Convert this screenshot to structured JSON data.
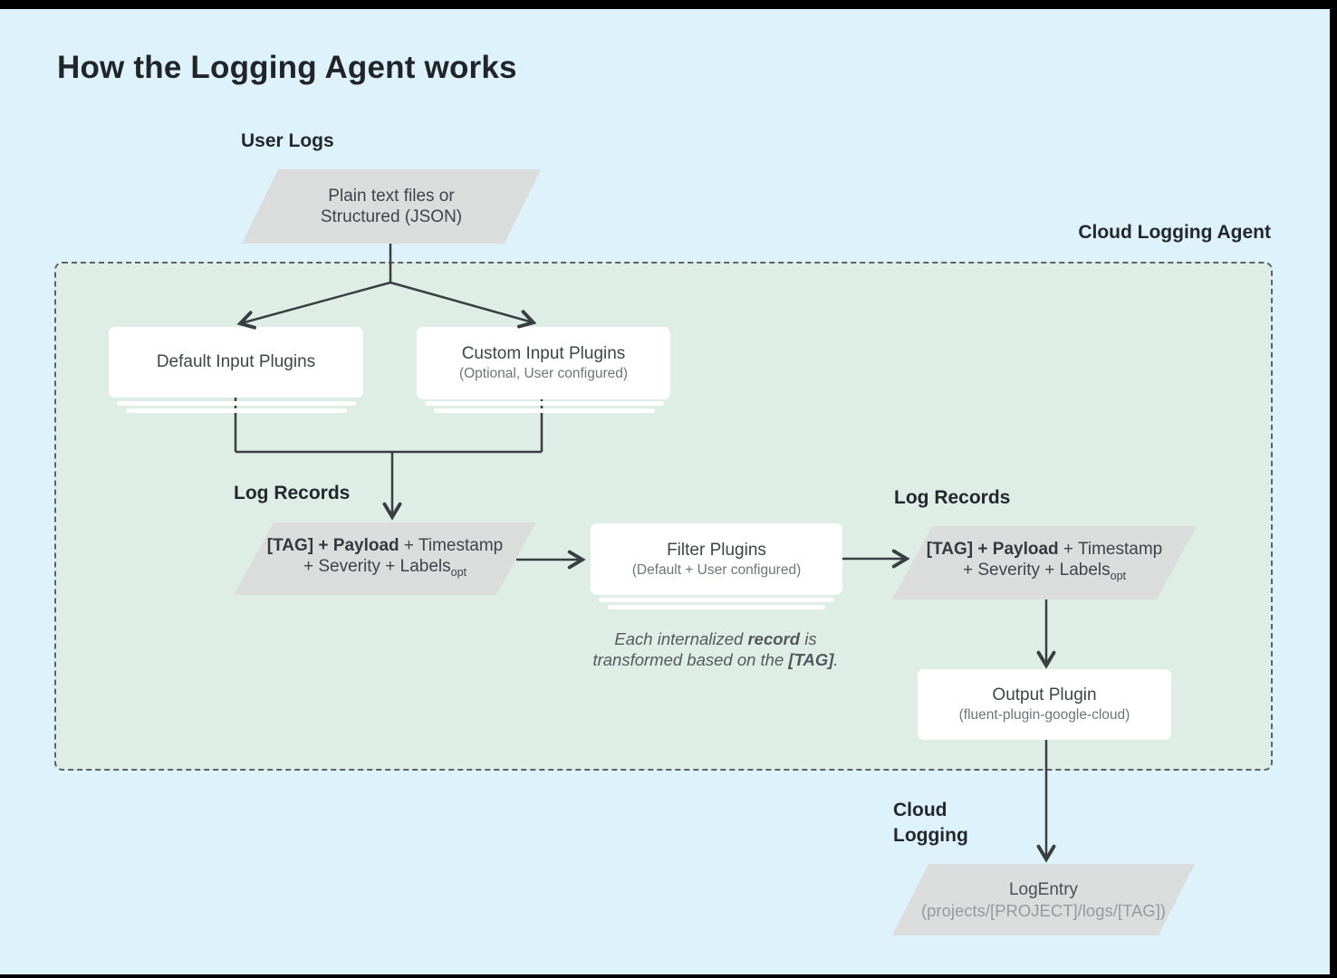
{
  "title": "How the Logging Agent works",
  "labels": {
    "user_logs": "User Logs",
    "agent": "Cloud Logging Agent",
    "log_records_left": "Log Records",
    "log_records_right": "Log Records",
    "cloud_logging_l1": "Cloud",
    "cloud_logging_l2": "Logging"
  },
  "nodes": {
    "user_input": {
      "line1": "Plain text files or",
      "line2": "Structured (JSON)"
    },
    "default_input": {
      "title": "Default Input Plugins"
    },
    "custom_input": {
      "title": "Custom Input Plugins",
      "subtitle": "(Optional, User configured)"
    },
    "log_record_left": {
      "bold": "[TAG] + Payload",
      "plain": " + Timestamp",
      "line2": "+ Severity + Labels",
      "subscript": "opt"
    },
    "filter": {
      "title": "Filter Plugins",
      "subtitle": "(Default + User configured)"
    },
    "log_record_right": {
      "bold": "[TAG] + Payload",
      "plain": " + Timestamp",
      "line2": "+ Severity + Labels",
      "subscript": "opt"
    },
    "output": {
      "title": "Output Plugin",
      "subtitle": "(fluent-plugin-google-cloud)"
    },
    "log_entry": {
      "title": "LogEntry",
      "subtitle": "(projects/[PROJECT]/logs/[TAG])"
    }
  },
  "note": {
    "l1a": "Each internalized ",
    "l1b": "record",
    "l1c": " is",
    "l2a": "transformed based on the ",
    "l2b": "[TAG]",
    "l2c": "."
  },
  "colors": {
    "canvas_bg": "#def2fb",
    "agent_bg": "#deeee6",
    "agent_border": "#5c6165",
    "shape_gray": "#dbdcdc",
    "node_white": "#ffffff",
    "connector": "#393e41",
    "text_dark": "#24282c",
    "text_secondary": "#6f7478"
  }
}
